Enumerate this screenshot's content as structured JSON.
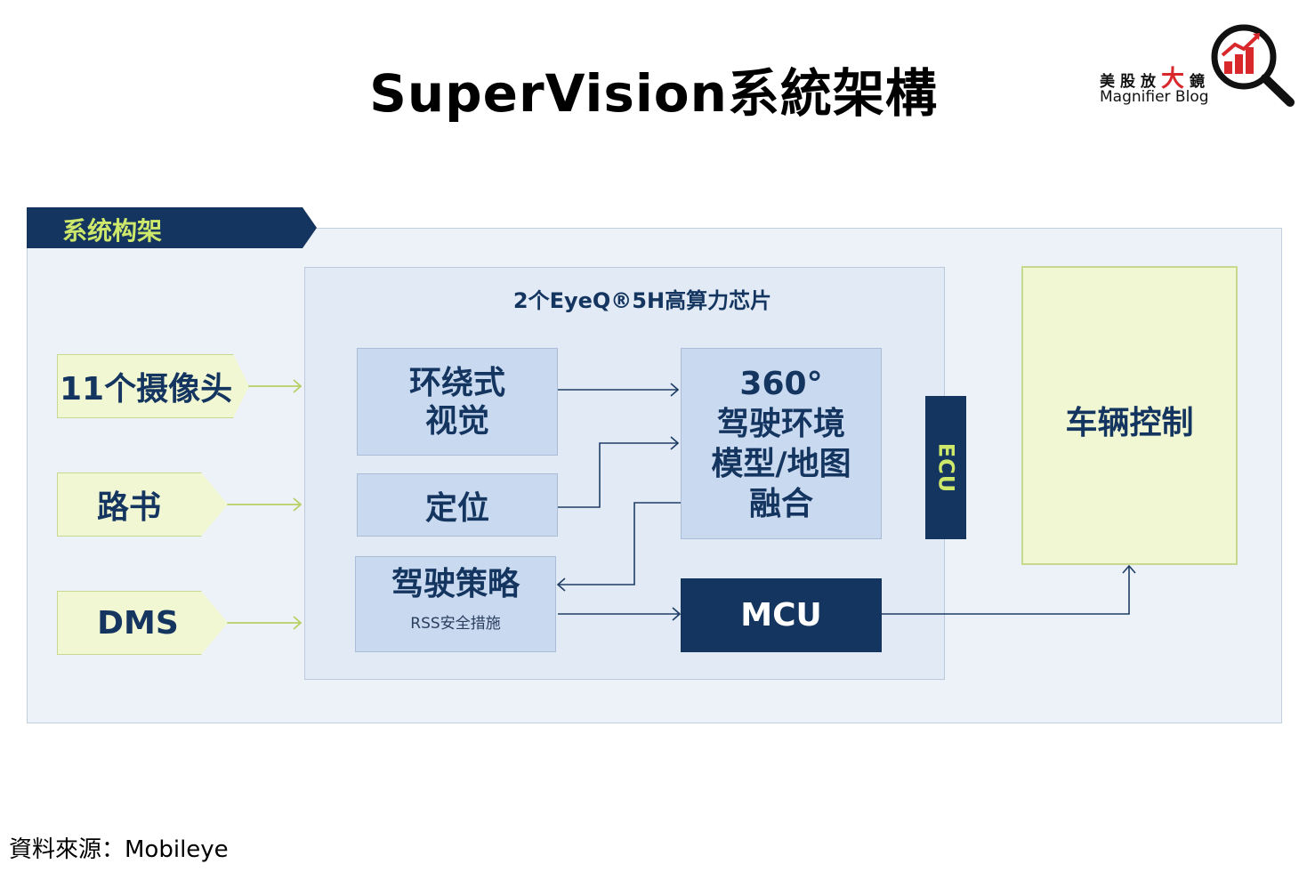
{
  "title": "SuperVision系統架構",
  "logo": {
    "cn_part1": "美股放",
    "cn_big": "大",
    "cn_part2": "鏡",
    "en": "Magnifier Blog",
    "icon": "magnifier-bar-chart-icon",
    "accent": "#d8282c"
  },
  "section_tab": "系统构架",
  "chip": {
    "label": "2个EyeQ®5H高算力芯片"
  },
  "inputs": {
    "cameras": "11个摄像头",
    "roadbook": "路书",
    "dms": "DMS"
  },
  "modules": {
    "surround_vision": [
      "环绕式",
      "视觉"
    ],
    "localization": "定位",
    "fusion": [
      "360°",
      "驾驶环境",
      "模型/地图",
      "融合"
    ],
    "driving_policy": "驾驶策略",
    "driving_policy_sub": "RSS安全措施",
    "mcu": "MCU",
    "ecu": "ECU",
    "vehicle_control": "车辆控制"
  },
  "source": "資料來源：Mobileye",
  "colors": {
    "navy": "#14355f",
    "lime": "#cde86a",
    "box_blue": "#c9d9ef",
    "input_yellow": "#f2f7d3",
    "arrow_green": "#b7cf64",
    "arrow_navy": "#1f3e66"
  }
}
